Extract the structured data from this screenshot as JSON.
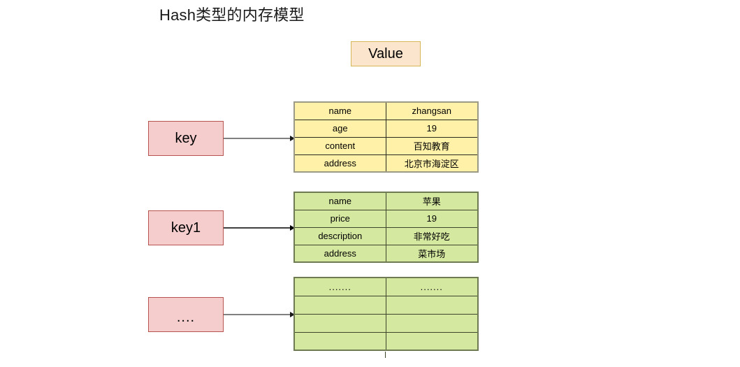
{
  "title": "Hash类型的内存模型",
  "legend": {
    "value_label": "Value",
    "value_fill": "#fbe5cd",
    "value_border": "#d6b656"
  },
  "keys": [
    {
      "label": "key",
      "name": "key-box-key"
    },
    {
      "label": "key1",
      "name": "key-box-key1"
    },
    {
      "label": "....",
      "name": "key-box-ellipsis"
    }
  ],
  "key_style": {
    "fill": "#f5cdcd",
    "border": "#b85450"
  },
  "tables": [
    {
      "id": "hash-table-key",
      "fill": "#fff2a8",
      "border": "#9a9a86",
      "rows": [
        {
          "field": "name",
          "value": "zhangsan"
        },
        {
          "field": "age",
          "value": "19"
        },
        {
          "field": "content",
          "value": "百知教育"
        },
        {
          "field": "address",
          "value": "北京市海淀区"
        }
      ]
    },
    {
      "id": "hash-table-key1",
      "fill": "#d5e8a0",
      "border": "#6e7a52",
      "rows": [
        {
          "field": "name",
          "value": "苹果"
        },
        {
          "field": "price",
          "value": "19"
        },
        {
          "field": "description",
          "value": "非常好吃"
        },
        {
          "field": "address",
          "value": "菜市场"
        }
      ]
    },
    {
      "id": "hash-table-ellipsis",
      "fill": "#d5e8a0",
      "border": "#6e7a52",
      "rows": [
        {
          "field": ".......",
          "value": "......."
        },
        {
          "field": "",
          "value": ""
        },
        {
          "field": "",
          "value": ""
        },
        {
          "field": "",
          "value": ""
        }
      ]
    }
  ],
  "arrows": [
    {
      "name": "arrow-key-to-table",
      "color": "#808080"
    },
    {
      "name": "arrow-key1-to-table",
      "color": "#000000"
    },
    {
      "name": "arrow-ellipsis-to-table",
      "color": "#808080"
    }
  ]
}
